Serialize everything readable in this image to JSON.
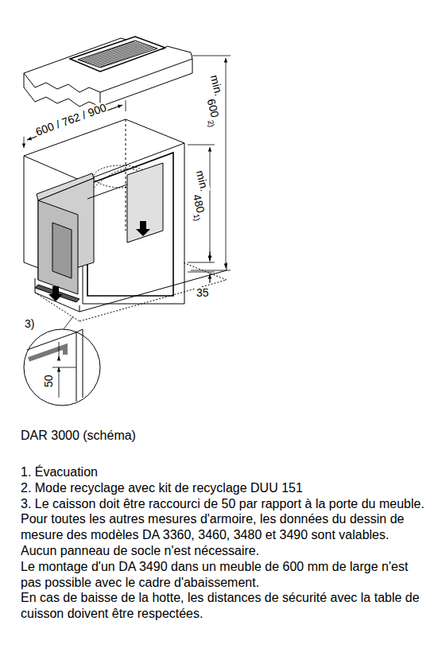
{
  "diagram": {
    "caption": "DAR 3000 (schéma)",
    "labels": [
      "600 / 762 / 900",
      "min.",
      "600",
      "2)",
      "min.",
      "480",
      "1)",
      "35",
      "3)",
      "50",
      "1. Évacuation",
      "2. Mode recyclage avec kit de recyclage DUU 151",
      "3. Le caisson doit être raccourci de 50 par rapport à la porte du meuble.",
      "Pour toutes les autres mesures d'armoire, les données du dessin de mesure des modèles DA 3360, 3460, 3480 et 3490 sont valables.",
      "Aucun panneau de socle n'est nécessaire.",
      "Le montage d'un DA 3490 dans un meuble de 600 mm de large n'est pas possible avec le cadre d'abaissement.",
      "En cas de baisse de la hotte, les distances de sécurité avec la table de cuisson doivent être respectées."
    ]
  }
}
